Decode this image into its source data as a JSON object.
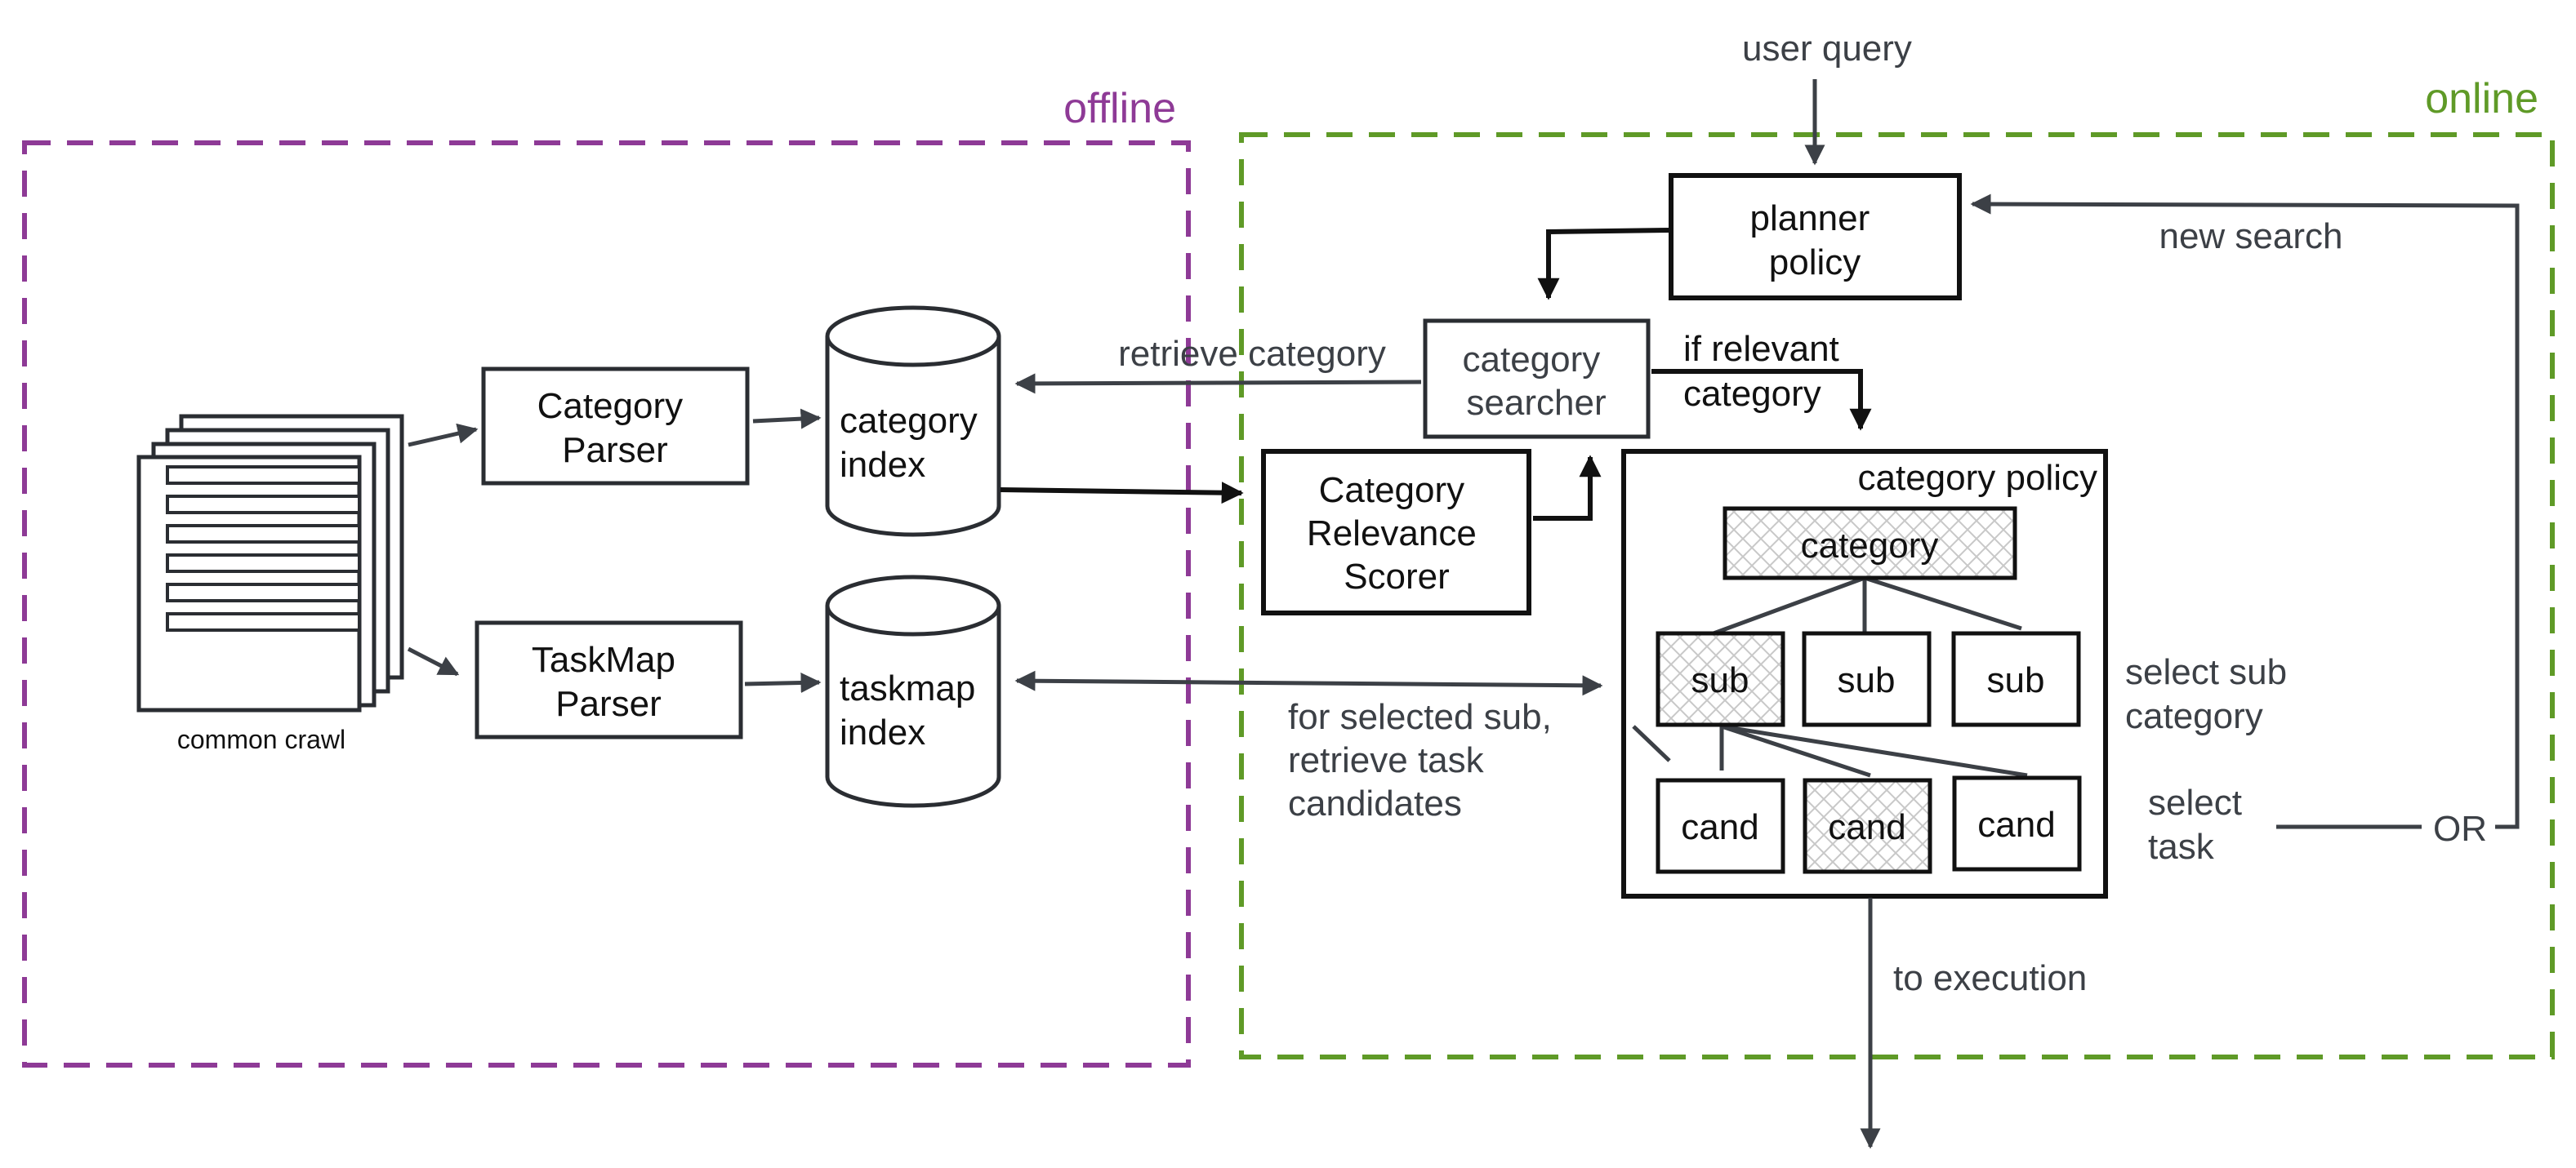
{
  "colors": {
    "offline": "#8e3a96",
    "online": "#5f9a27",
    "box_stroke": "#2a2d32",
    "arrow": "#3c4046",
    "text_dark": "#111111",
    "text_gray": "#3c4046",
    "hatch": "#c8c8c8"
  },
  "regions": {
    "offline_label": "offline",
    "online_label": "online"
  },
  "nodes": {
    "common_crawl_label": "common crawl",
    "category_parser": [
      "Category",
      "Parser"
    ],
    "taskmap_parser": [
      "TaskMap",
      "Parser"
    ],
    "category_index": [
      "category",
      "index"
    ],
    "taskmap_index": [
      "taskmap",
      "index"
    ],
    "category_relevance_scorer": [
      "Category",
      "Relevance",
      "Scorer"
    ],
    "category_searcher": [
      "category",
      "searcher"
    ],
    "planner_policy": [
      "planner",
      "policy"
    ],
    "category_policy_title": "category policy",
    "category_node": "category",
    "sub_nodes": [
      "sub",
      "sub",
      "sub"
    ],
    "cand_nodes": [
      "cand",
      "cand",
      "cand"
    ]
  },
  "edge_labels": {
    "user_query": "user query",
    "retrieve_category": "retrieve category",
    "if_relevant_category": [
      "if relevant",
      "category"
    ],
    "new_search": "new search",
    "for_selected_sub": [
      "for selected sub,",
      "retrieve task",
      "candidates"
    ],
    "select_sub_category": [
      "select sub",
      "category"
    ],
    "select_task": [
      "select",
      "task"
    ],
    "or": "OR",
    "to_execution": "to execution"
  }
}
